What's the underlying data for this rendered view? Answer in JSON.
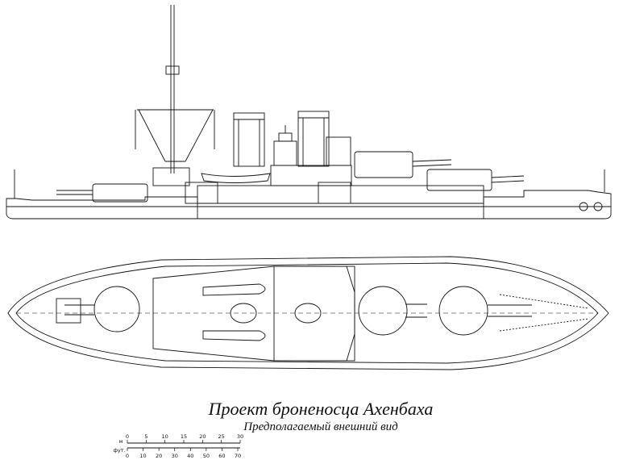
{
  "title": "Проект броненосца Ахенбаха",
  "subtitle": "Предполагаемый внешний вид",
  "scale_bar": {
    "unit_top": "м",
    "unit_bottom": "фут.",
    "top_ticks": [
      "0",
      "5",
      "10",
      "15",
      "20",
      "25",
      "30"
    ],
    "bottom_ticks": [
      "0",
      "10",
      "20",
      "30",
      "40",
      "50",
      "60",
      "70"
    ]
  },
  "colors": {
    "line": "#111111",
    "background": "#ffffff"
  }
}
